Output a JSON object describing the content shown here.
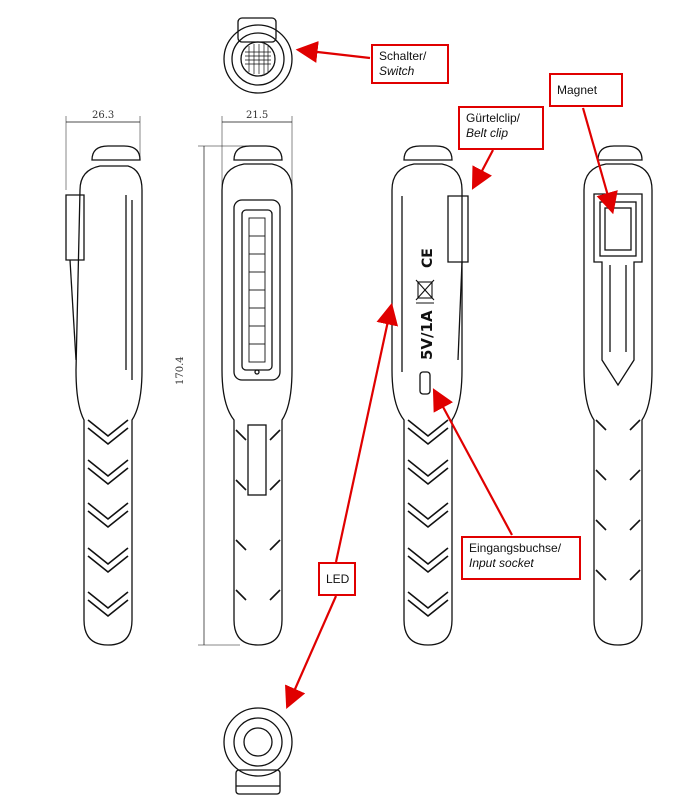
{
  "dimensions": {
    "width_a": "26.3",
    "width_b": "21.5",
    "height": "170.4"
  },
  "housing_marks": {
    "ce": "CE",
    "rating": "5V/1A"
  },
  "callouts": {
    "switch": {
      "line1": "Schalter/",
      "line2": "Switch"
    },
    "belt_clip": {
      "line1": "Gürtelclip/",
      "line2": "Belt clip"
    },
    "magnet": {
      "line1": "Magnet"
    },
    "input_socket": {
      "line1": "Eingangsbuchse/",
      "line2": "Input socket"
    },
    "led": {
      "line1": "LED"
    }
  },
  "colors": {
    "callout_border": "#e00000",
    "arrow": "#e00000",
    "line": "#111111"
  }
}
